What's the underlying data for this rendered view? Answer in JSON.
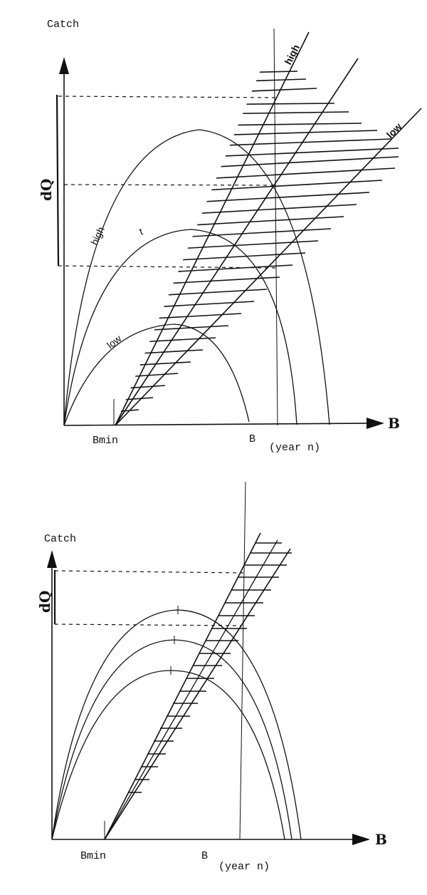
{
  "figure_top": {
    "y_axis_label": "Catch",
    "x_axis_label": "B",
    "bmin_label": "Bmin",
    "b_label": "B",
    "year_label": "(year n)",
    "dq_label": "dQ",
    "curve_labels": {
      "high": "high",
      "mid_mark": "t",
      "low": "low"
    },
    "line_labels": {
      "high": "high",
      "low": "low"
    }
  },
  "figure_bottom": {
    "y_axis_label": "Catch",
    "x_axis_label": "B",
    "bmin_label": "Bmin",
    "b_label": "B",
    "year_label": "(year n)",
    "dq_label": "dQ"
  }
}
